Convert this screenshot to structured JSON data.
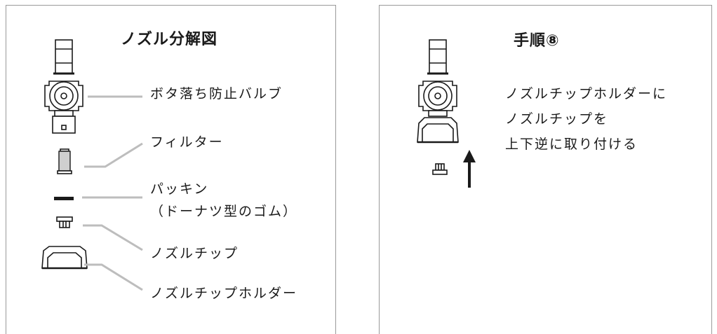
{
  "left": {
    "title": "ノズル分解図",
    "labels": {
      "valve": "ボタ落ち防止バルブ",
      "filter": "フィルター",
      "packing_line1": "パッキン",
      "packing_line2": "（ドーナツ型のゴム）",
      "nozzle_tip": "ノズルチップ",
      "tip_holder": "ノズルチップホルダー"
    }
  },
  "right": {
    "title": "手順⑧",
    "instructions": [
      "ノズルチップホルダーに",
      "ノズルチップを",
      "上下逆に取り付ける"
    ]
  },
  "colors": {
    "stroke": "#1a1a1a",
    "leader": "#bdbdbd",
    "border": "#9a9a9a"
  }
}
